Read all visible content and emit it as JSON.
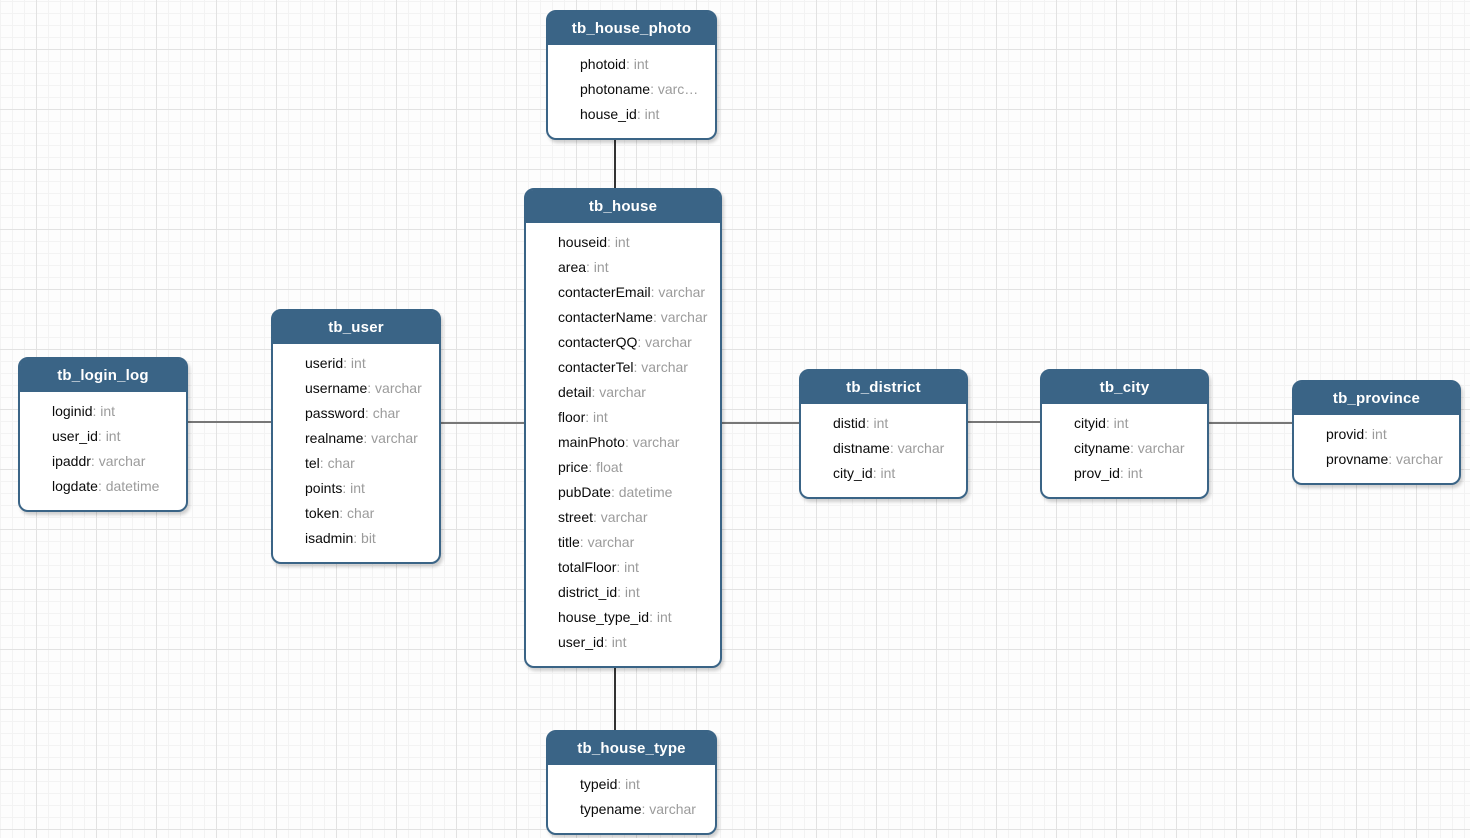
{
  "colors": {
    "table_header": "#3a6486",
    "table_border": "#3a6486",
    "field_name_text": "#0a0a0a",
    "field_type_text": "#9b9b9b",
    "connector_horizontal": "#777777",
    "connector_vertical": "#333333",
    "grid_major": "#e2e2e2",
    "grid_minor": "#f3f3f3"
  },
  "tables": [
    {
      "name": "tb_login_log",
      "fields": [
        {
          "name": "loginid",
          "type": "int"
        },
        {
          "name": "user_id",
          "type": "int"
        },
        {
          "name": "ipaddr",
          "type": "varchar"
        },
        {
          "name": "logdate",
          "type": "datetime"
        }
      ]
    },
    {
      "name": "tb_user",
      "fields": [
        {
          "name": "userid",
          "type": "int"
        },
        {
          "name": "username",
          "type": "varchar"
        },
        {
          "name": "password",
          "type": "char"
        },
        {
          "name": "realname",
          "type": "varchar"
        },
        {
          "name": "tel",
          "type": "char"
        },
        {
          "name": "points",
          "type": "int"
        },
        {
          "name": "token",
          "type": "char"
        },
        {
          "name": "isadmin",
          "type": "bit"
        }
      ]
    },
    {
      "name": "tb_house",
      "fields": [
        {
          "name": "houseid",
          "type": "int"
        },
        {
          "name": "area",
          "type": "int"
        },
        {
          "name": "contacterEmail",
          "type": "varchar"
        },
        {
          "name": "contacterName",
          "type": "varchar"
        },
        {
          "name": "contacterQQ",
          "type": "varchar"
        },
        {
          "name": "contacterTel",
          "type": "varchar"
        },
        {
          "name": "detail",
          "type": "varchar"
        },
        {
          "name": "floor",
          "type": "int"
        },
        {
          "name": "mainPhoto",
          "type": "varchar"
        },
        {
          "name": "price",
          "type": "float"
        },
        {
          "name": "pubDate",
          "type": "datetime"
        },
        {
          "name": "street",
          "type": "varchar"
        },
        {
          "name": "title",
          "type": "varchar"
        },
        {
          "name": "totalFloor",
          "type": "int"
        },
        {
          "name": "district_id",
          "type": "int"
        },
        {
          "name": "house_type_id",
          "type": "int"
        },
        {
          "name": "user_id",
          "type": "int"
        }
      ]
    },
    {
      "name": "tb_house_photo",
      "fields": [
        {
          "name": "photoid",
          "type": "int"
        },
        {
          "name": "photoname",
          "type": "varc…"
        },
        {
          "name": "house_id",
          "type": "int"
        }
      ]
    },
    {
      "name": "tb_house_type",
      "fields": [
        {
          "name": "typeid",
          "type": "int"
        },
        {
          "name": "typename",
          "type": "varchar"
        }
      ]
    },
    {
      "name": "tb_district",
      "fields": [
        {
          "name": "distid",
          "type": "int"
        },
        {
          "name": "distname",
          "type": "varchar"
        },
        {
          "name": "city_id",
          "type": "int"
        }
      ]
    },
    {
      "name": "tb_city",
      "fields": [
        {
          "name": "cityid",
          "type": "int"
        },
        {
          "name": "cityname",
          "type": "varchar"
        },
        {
          "name": "prov_id",
          "type": "int"
        }
      ]
    },
    {
      "name": "tb_province",
      "fields": [
        {
          "name": "provid",
          "type": "int"
        },
        {
          "name": "provname",
          "type": "varchar"
        }
      ]
    }
  ],
  "connections": [
    {
      "from": "tb_login_log",
      "to": "tb_user"
    },
    {
      "from": "tb_user",
      "to": "tb_house"
    },
    {
      "from": "tb_house",
      "to": "tb_district"
    },
    {
      "from": "tb_district",
      "to": "tb_city"
    },
    {
      "from": "tb_city",
      "to": "tb_province"
    },
    {
      "from": "tb_house_photo",
      "to": "tb_house"
    },
    {
      "from": "tb_house",
      "to": "tb_house_type"
    }
  ]
}
